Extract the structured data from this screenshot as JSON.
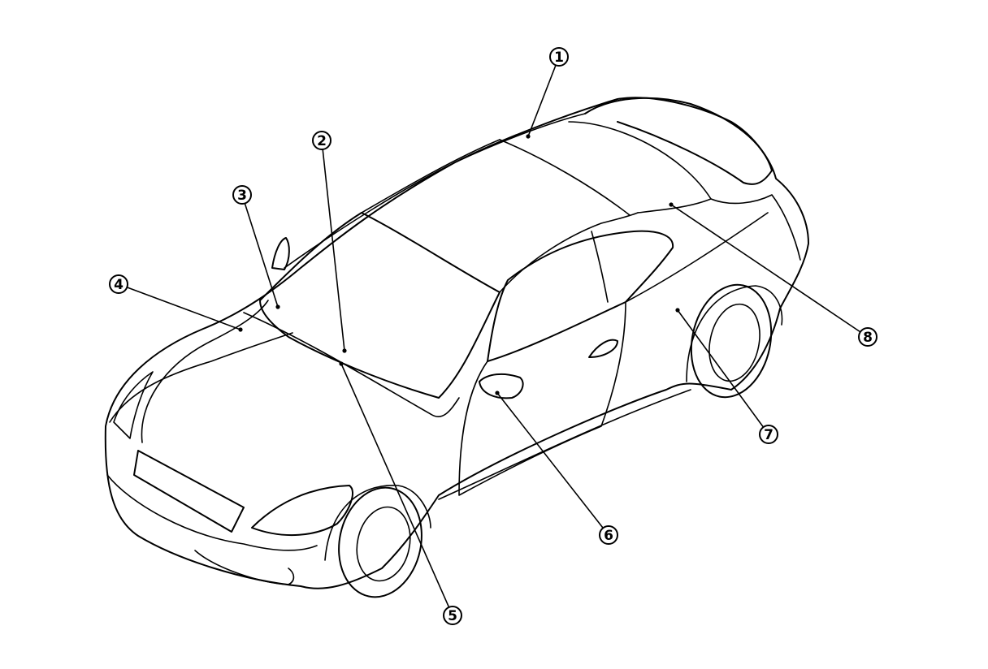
{
  "callouts": [
    {
      "label": "1",
      "part": "roof"
    },
    {
      "label": "2",
      "part": "windshield-center"
    },
    {
      "label": "3",
      "part": "windshield-corner"
    },
    {
      "label": "4",
      "part": "hood"
    },
    {
      "label": "5",
      "part": "cowl"
    },
    {
      "label": "6",
      "part": "door-mirror"
    },
    {
      "label": "7",
      "part": "rear-fender"
    },
    {
      "label": "8",
      "part": "trunk-lid"
    }
  ]
}
